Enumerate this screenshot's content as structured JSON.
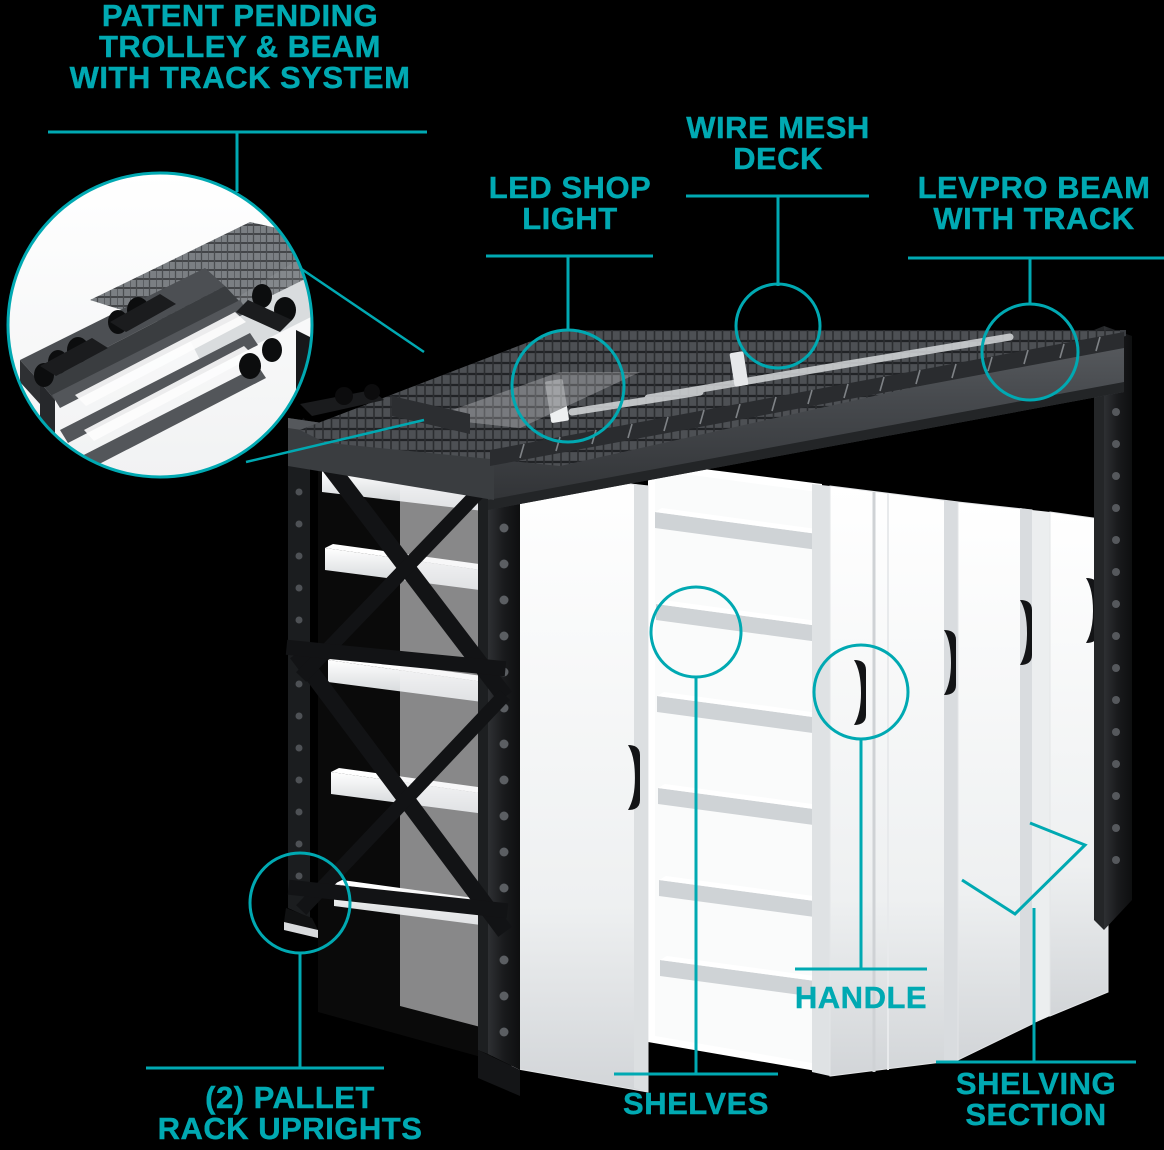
{
  "diagram": {
    "title": "LEVPRO Mobile Shelving System Callout Diagram",
    "background_color": "#000000",
    "accent_color": "#00A9B2",
    "frame_color": "#2b2d30",
    "panel_color": "#f2f3f4",
    "handle_color": "#121212"
  },
  "callouts": [
    {
      "id": "patent-trolley",
      "label": "PATENT PENDING\nTROLLEY & BEAM\nWITH TRACK SYSTEM",
      "position": "top-left",
      "has_underline_bar": true,
      "has_detail_circle": true,
      "target": "trolley and beam with track"
    },
    {
      "id": "led-shop-light",
      "label": "LED SHOP\nLIGHT",
      "position": "top-center-left",
      "has_underline_bar": true,
      "has_detail_circle": true,
      "target": "led shop light under deck"
    },
    {
      "id": "wire-mesh-deck",
      "label": "WIRE MESH\nDECK",
      "position": "top-center",
      "has_underline_bar": true,
      "has_detail_circle": true,
      "target": "wire mesh decking"
    },
    {
      "id": "levpro-beam",
      "label": "LEVPRO BEAM\nWITH TRACK",
      "position": "top-right",
      "has_underline_bar": true,
      "has_detail_circle": true,
      "target": "levpro beam with track"
    },
    {
      "id": "pallet-rack-uprights",
      "label": "(2) PALLET\nRACK UPRIGHTS",
      "position": "bottom-left",
      "has_underline_bar": true,
      "has_detail_circle": true,
      "target": "pallet rack upright base"
    },
    {
      "id": "shelves",
      "label": "SHELVES",
      "position": "bottom-center-left",
      "has_underline_bar": true,
      "has_detail_circle": true,
      "target": "white steel shelves"
    },
    {
      "id": "handle",
      "label": "HANDLE",
      "position": "bottom-center",
      "has_underline_bar": true,
      "has_detail_circle": true,
      "target": "black door handle"
    },
    {
      "id": "shelving-section",
      "label": "SHELVING\nSECTION",
      "position": "bottom-right",
      "has_underline_bar": true,
      "has_detail_circle": false,
      "has_span_bracket": true,
      "target": "shelving section width"
    }
  ],
  "inset": {
    "id": "trolley-detail-inset",
    "description": "Close-up of patent pending trolley and beam with track system",
    "shape": "circle",
    "contains": [
      "trolley wheels",
      "beam rails",
      "wire mesh deck",
      "track"
    ]
  },
  "product": {
    "uprights_count": 2,
    "door_panels": 5,
    "shelf_levels": 6,
    "deck_type": "wire mesh"
  }
}
